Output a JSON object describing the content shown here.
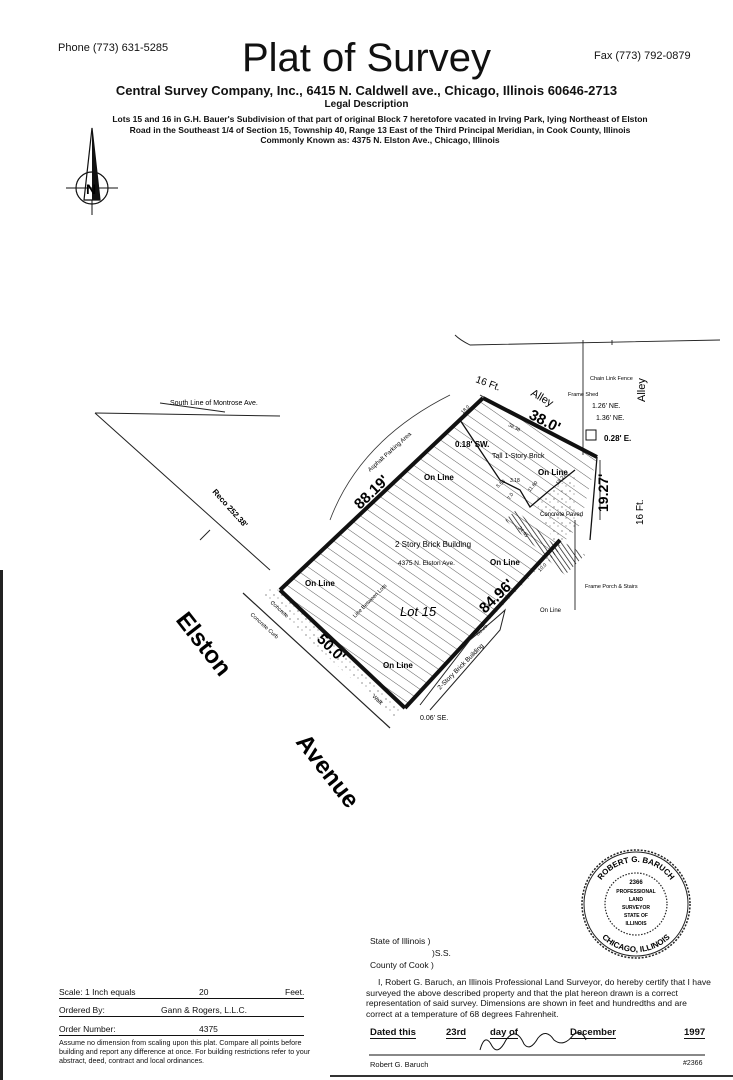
{
  "header": {
    "title": "Plat of Survey",
    "phone": "Phone (773) 631-5285",
    "fax": "Fax (773) 792-0879",
    "company": "Central Survey Company, Inc., 6415 N. Caldwell ave., Chicago, Illinois 60646-2713",
    "legal_heading": "Legal  Description",
    "legal_lines": [
      "Lots 15 and 16 in G.H. Bauer's Subdivision of that part of original Block 7 heretofore vacated in Irving Park, lying Northeast of Elston",
      "Road in the Southeast 1/4 of Section 15, Township 40, Range 13  East of the Third Principal Meridian, in Cook County, Illinois",
      "Commonly Known as: 4375 N. Elston Ave., Chicago, Illinois"
    ]
  },
  "north_arrow": {
    "label": "N"
  },
  "plat": {
    "street_top": "16 Ft.",
    "street_right": "16 Ft.",
    "alley_top": "Alley",
    "alley_right": "Alley",
    "montrose": "South Line of Montrose Ave.",
    "record": "Reco 252.38'",
    "dim_nw": "88.19'",
    "dim_ne": "38.0'",
    "dim_e": "19.27'",
    "dim_se": "84.96'",
    "dim_sw": "50.0'",
    "street_name_1": "Elston",
    "street_name_2": "Avenue",
    "asphalt": "Asphalt  Parking  Area",
    "building_main": "2 Story Brick Building",
    "address": "4375 N. Elston Ave.",
    "lot": "Lot 15",
    "line_between_lots": "Line Between Lots",
    "tall_brick": "Tall 1-Story Brick",
    "concrete_paved": "Concrete Paved",
    "frame_porch": "Frame Porch & Stairs",
    "frame_shed": "Frame Shed",
    "chain_link": "Chain Link Fence",
    "neighbor_building": "2-Story Brick Building",
    "neighbor_dim": "80.25",
    "concrete": "Concrete",
    "concrete_curb": "Concrete  Curb",
    "walk": "Walk",
    "on_line": "On Line",
    "off_sw": "0.18' SW.",
    "off_ne1": "1.26' NE.",
    "off_ne2": "1.36' NE.",
    "off_e": "0.28' E.",
    "off_se": "0.06' SE.",
    "small_dims": [
      "18.0",
      "38.38",
      "5.56",
      "3.18",
      "7.0",
      "11.60",
      "18.21",
      "24.45",
      "10.0"
    ]
  },
  "seal": {
    "text": "ROBERT G. BARUCH 2366 PROFESSIONAL LAND SURVEYOR STATE OF ILLINOIS CHICAGO, ILLINOIS"
  },
  "footer": {
    "scale_label": "Scale: 1 Inch equals",
    "scale_value": "20",
    "scale_unit": "Feet.",
    "ordered_label": "Ordered By:",
    "ordered_value": "Gann & Rogers, L.L.C.",
    "order_label": "Order Number:",
    "order_value": "4375",
    "disclaimer": "Assume no dimension from scaling upon this plat.  Compare all points before building and report any difference at  once.      For building restrictions refer to your abstract, deed, contract and local ordinances.",
    "state": "State of Illinois    )",
    "ss": ")S.S.",
    "county": "County of Cook   )",
    "certification": "I, Robert G. Baruch, an Illinois Professional Land Surveyor, do hereby certify that I have surveyed the above described property and that the plat hereon drawn is a correct representation of said survey.      Dimensions are shown in feet and hundredths and are correct at a temperature of 68 degrees Fahrenheit.",
    "dated_label": "Dated this",
    "day": "23rd",
    "day_of": "day of",
    "month": "December",
    "year": "1997",
    "signature": "Robert G. Baruch",
    "surveyor_name": "Robert G. Baruch",
    "license": "#2366"
  }
}
